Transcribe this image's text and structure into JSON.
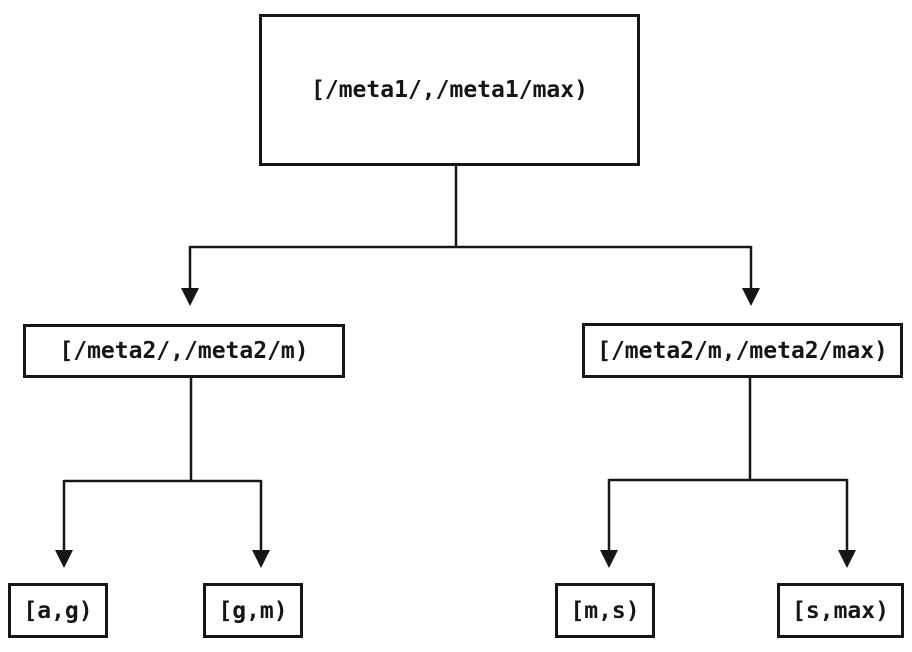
{
  "diagram": {
    "type": "tree",
    "nodes": {
      "root": {
        "label": "[/meta1/,/meta1/max)"
      },
      "meta2_low": {
        "label": "[/meta2/,/meta2/m)"
      },
      "meta2_high": {
        "label": "[/meta2/m,/meta2/max)"
      },
      "leaf_a_g": {
        "label": "[a,g)"
      },
      "leaf_g_m": {
        "label": "[g,m)"
      },
      "leaf_m_s": {
        "label": "[m,s)"
      },
      "leaf_s_max": {
        "label": "[s,max)"
      }
    },
    "edges": [
      {
        "from": "root",
        "to": "meta2_low"
      },
      {
        "from": "root",
        "to": "meta2_high"
      },
      {
        "from": "meta2_low",
        "to": "leaf_a_g"
      },
      {
        "from": "meta2_low",
        "to": "leaf_g_m"
      },
      {
        "from": "meta2_high",
        "to": "leaf_m_s"
      },
      {
        "from": "meta2_high",
        "to": "leaf_s_max"
      }
    ],
    "colors": {
      "line": "#161616",
      "text": "#161616",
      "background": "#ffffff"
    }
  }
}
